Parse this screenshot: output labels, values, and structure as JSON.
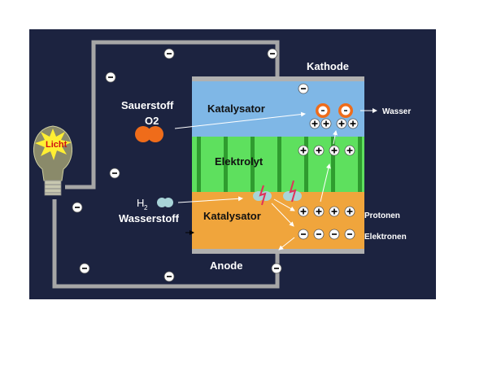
{
  "labels": {
    "kathode": "Kathode",
    "anode": "Anode",
    "katalysator_top": "Katalysator",
    "katalysator_bottom": "Katalysator",
    "elektrolyt": "Elektrolyt",
    "sauerstoff": "Sauerstoff",
    "o2": "O2",
    "h2": "H",
    "h2_sub": "2",
    "wasserstoff": "Wasserstoff",
    "wasser": "Wasser",
    "protonen": "Protonen",
    "elektronen": "Elektronen",
    "licht": "Licht"
  },
  "symbols": {
    "minus": "-",
    "plus": "+"
  },
  "colors": {
    "background": "#1c2340",
    "wire": "#a6a6a6",
    "cathode_catalyst": "#7fb7e6",
    "electrolyte": "#5ee05e",
    "electrolyte_stripe": "#2f9c2f",
    "anode_catalyst": "#f0a53c",
    "oxygen": "#ef6c1a",
    "hydrogen": "#a8d4d8",
    "bolt": "#e0305a"
  }
}
